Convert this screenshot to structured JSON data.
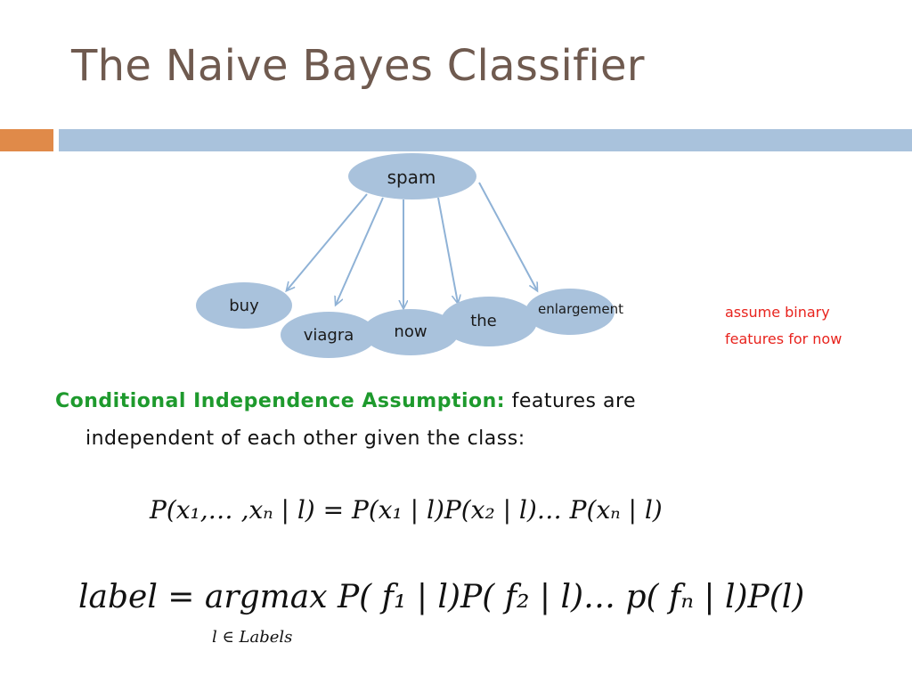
{
  "slide": {
    "title": "The Naive Bayes Classifier"
  },
  "colors": {
    "title": "#6f5a4f",
    "bar_orange": "#e08a49",
    "bar_blue": "#a9c2dc",
    "node_fill": "#a9c2dc",
    "arrow": "#8fb2d6",
    "note": "#e8231d",
    "assumption": "#1e9a2d"
  },
  "diagram": {
    "class_node": "spam",
    "feature_nodes": [
      "buy",
      "viagra",
      "now",
      "the",
      "enlargement"
    ]
  },
  "note": {
    "line1": "assume binary",
    "line2": "features for now"
  },
  "assumption": {
    "label": "Conditional Independence Assumption:",
    "text1": "features are",
    "text2": "independent of each other given the class:"
  },
  "equations": {
    "eq1": "P(x₁,… ,xₙ | l) = P(x₁ | l)P(x₂ | l)…  P(xₙ | l)",
    "eq2": "label = argmax P( f₁ | l)P( f₂ | l)…  p( fₙ | l)P(l)",
    "eq2_subscript": "l ∈ Labels"
  }
}
